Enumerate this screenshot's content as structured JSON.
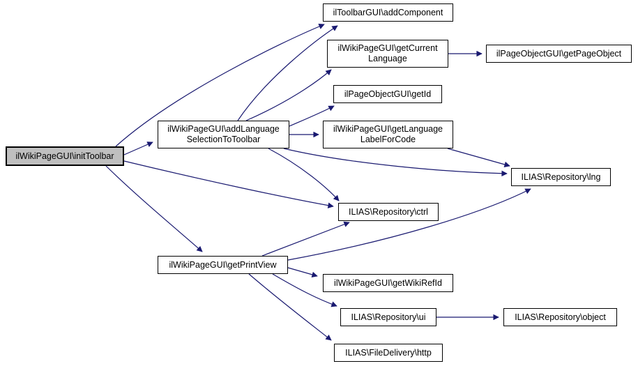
{
  "diagram": {
    "kind": "call-graph",
    "background_color": "#ffffff",
    "edge_color": "#191970",
    "node_fill": "#ffffff",
    "node_border_color": "#000000",
    "root_node_fill": "#bfbfbf",
    "text_color": "#000000"
  },
  "nodes": [
    {
      "id": "initToolbar",
      "label": "ilWikiPageGUI\\initToolbar",
      "root": true
    },
    {
      "id": "addLanguage",
      "label": "ilWikiPageGUI\\addLanguage\nSelectionToToolbar"
    },
    {
      "id": "addComponent",
      "label": "ilToolbarGUI\\addComponent"
    },
    {
      "id": "getCurrentLanguage",
      "label": "ilWikiPageGUI\\getCurrent\nLanguage"
    },
    {
      "id": "getPageObject",
      "label": "ilPageObjectGUI\\getPageObject"
    },
    {
      "id": "getId",
      "label": "ilPageObjectGUI\\getId"
    },
    {
      "id": "getLanguageLabelForCode",
      "label": "ilWikiPageGUI\\getLanguage\nLabelForCode"
    },
    {
      "id": "lng",
      "label": "ILIAS\\Repository\\lng"
    },
    {
      "id": "ctrl",
      "label": "ILIAS\\Repository\\ctrl"
    },
    {
      "id": "getPrintView",
      "label": "ilWikiPageGUI\\getPrintView"
    },
    {
      "id": "getWikiRefId",
      "label": "ilWikiPageGUI\\getWikiRefId"
    },
    {
      "id": "ui",
      "label": "ILIAS\\Repository\\ui"
    },
    {
      "id": "object",
      "label": "ILIAS\\Repository\\object"
    },
    {
      "id": "http",
      "label": "ILIAS\\FileDelivery\\http"
    }
  ],
  "edges": [
    {
      "from": "initToolbar",
      "to": "addComponent"
    },
    {
      "from": "initToolbar",
      "to": "addLanguage"
    },
    {
      "from": "initToolbar",
      "to": "ctrl"
    },
    {
      "from": "initToolbar",
      "to": "getPrintView"
    },
    {
      "from": "addLanguage",
      "to": "addComponent"
    },
    {
      "from": "addLanguage",
      "to": "getCurrentLanguage"
    },
    {
      "from": "addLanguage",
      "to": "getId"
    },
    {
      "from": "addLanguage",
      "to": "getLanguageLabelForCode"
    },
    {
      "from": "addLanguage",
      "to": "lng"
    },
    {
      "from": "addLanguage",
      "to": "ctrl"
    },
    {
      "from": "getCurrentLanguage",
      "to": "getPageObject"
    },
    {
      "from": "getLanguageLabelForCode",
      "to": "lng"
    },
    {
      "from": "getPrintView",
      "to": "ctrl"
    },
    {
      "from": "getPrintView",
      "to": "lng"
    },
    {
      "from": "getPrintView",
      "to": "getWikiRefId"
    },
    {
      "from": "getPrintView",
      "to": "ui"
    },
    {
      "from": "getPrintView",
      "to": "http"
    },
    {
      "from": "ui",
      "to": "object"
    }
  ]
}
